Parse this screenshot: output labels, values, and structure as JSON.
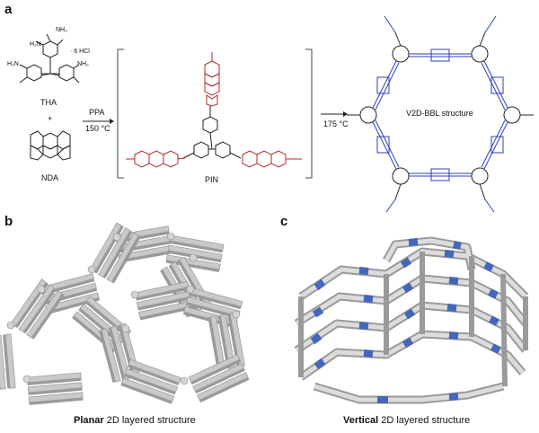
{
  "panel_a": {
    "letter": "a",
    "tha": {
      "name": "THA",
      "nh2": "NH₂",
      "h2n": "H₂N",
      "salt": "· 6 HCl"
    },
    "plus": "+",
    "nda": {
      "name": "NDA"
    },
    "step1": {
      "reagent": "PPA",
      "temp": "150 °C"
    },
    "pin": {
      "name": "PIN"
    },
    "step2": {
      "temp": "175 °C"
    },
    "product": {
      "name": "V2D-BBL structure"
    }
  },
  "panel_b": {
    "letter": "b",
    "caption_bold": "Planar",
    "caption_rest": " 2D layered structure"
  },
  "panel_c": {
    "letter": "c",
    "caption_bold": "Vertical",
    "caption_rest": " 2D layered structure"
  },
  "colors": {
    "pin_red": "#b02a2a",
    "bbl_blue": "#2b3fb8",
    "slab_top": "#c9c9c9",
    "slab_side": "#9a9a9a",
    "slab_dark": "#777777",
    "stripe_blue": "#4466bb"
  }
}
